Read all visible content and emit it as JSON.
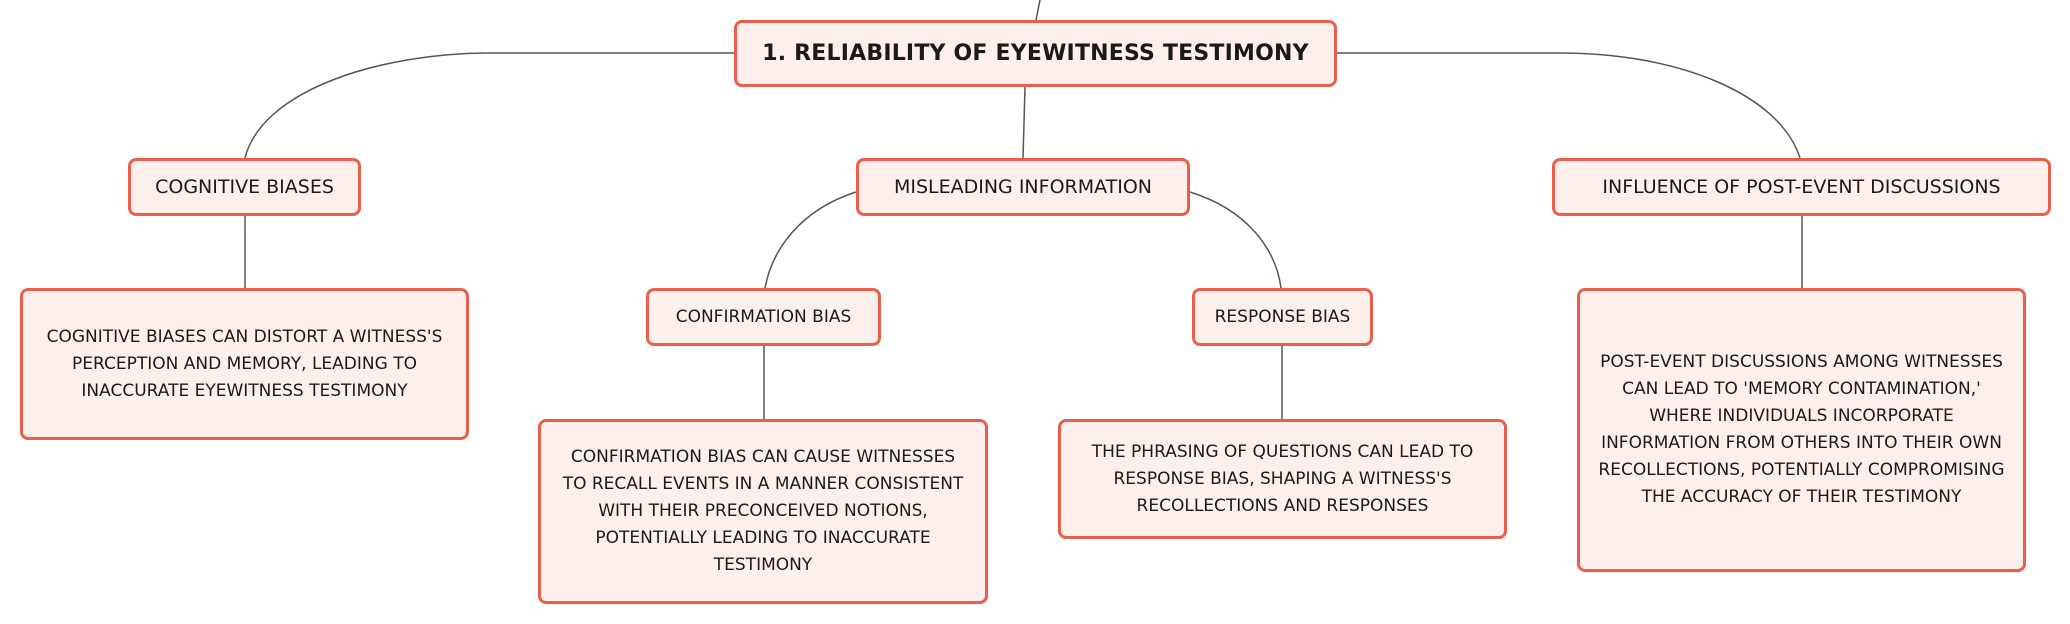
{
  "root": {
    "label": "1. Reliability of Eyewitness Testimony"
  },
  "branches": {
    "cognitive_biases": {
      "label": "Cognitive Biases",
      "detail": "Cognitive biases can distort a witness's perception and memory, leading to inaccurate eyewitness testimony"
    },
    "misleading_information": {
      "label": "Misleading Information",
      "children": {
        "confirmation_bias": {
          "label": "Confirmation Bias",
          "detail": "Confirmation bias can cause witnesses to recall events in a manner consistent with their preconceived notions, potentially leading to inaccurate testimony"
        },
        "response_bias": {
          "label": "Response Bias",
          "detail": "The phrasing of questions can lead to response bias, shaping a witness's recollections and responses"
        }
      }
    },
    "post_event": {
      "label": "Influence of Post-Event Discussions",
      "detail": "Post-event discussions among witnesses can lead to 'memory contamination,' where individuals incorporate information from others into their own recollections, potentially compromising the accuracy of their testimony"
    }
  },
  "colors": {
    "node_fill": "#fdf0ec",
    "node_border": "#e8604c",
    "connector": "#555555"
  }
}
